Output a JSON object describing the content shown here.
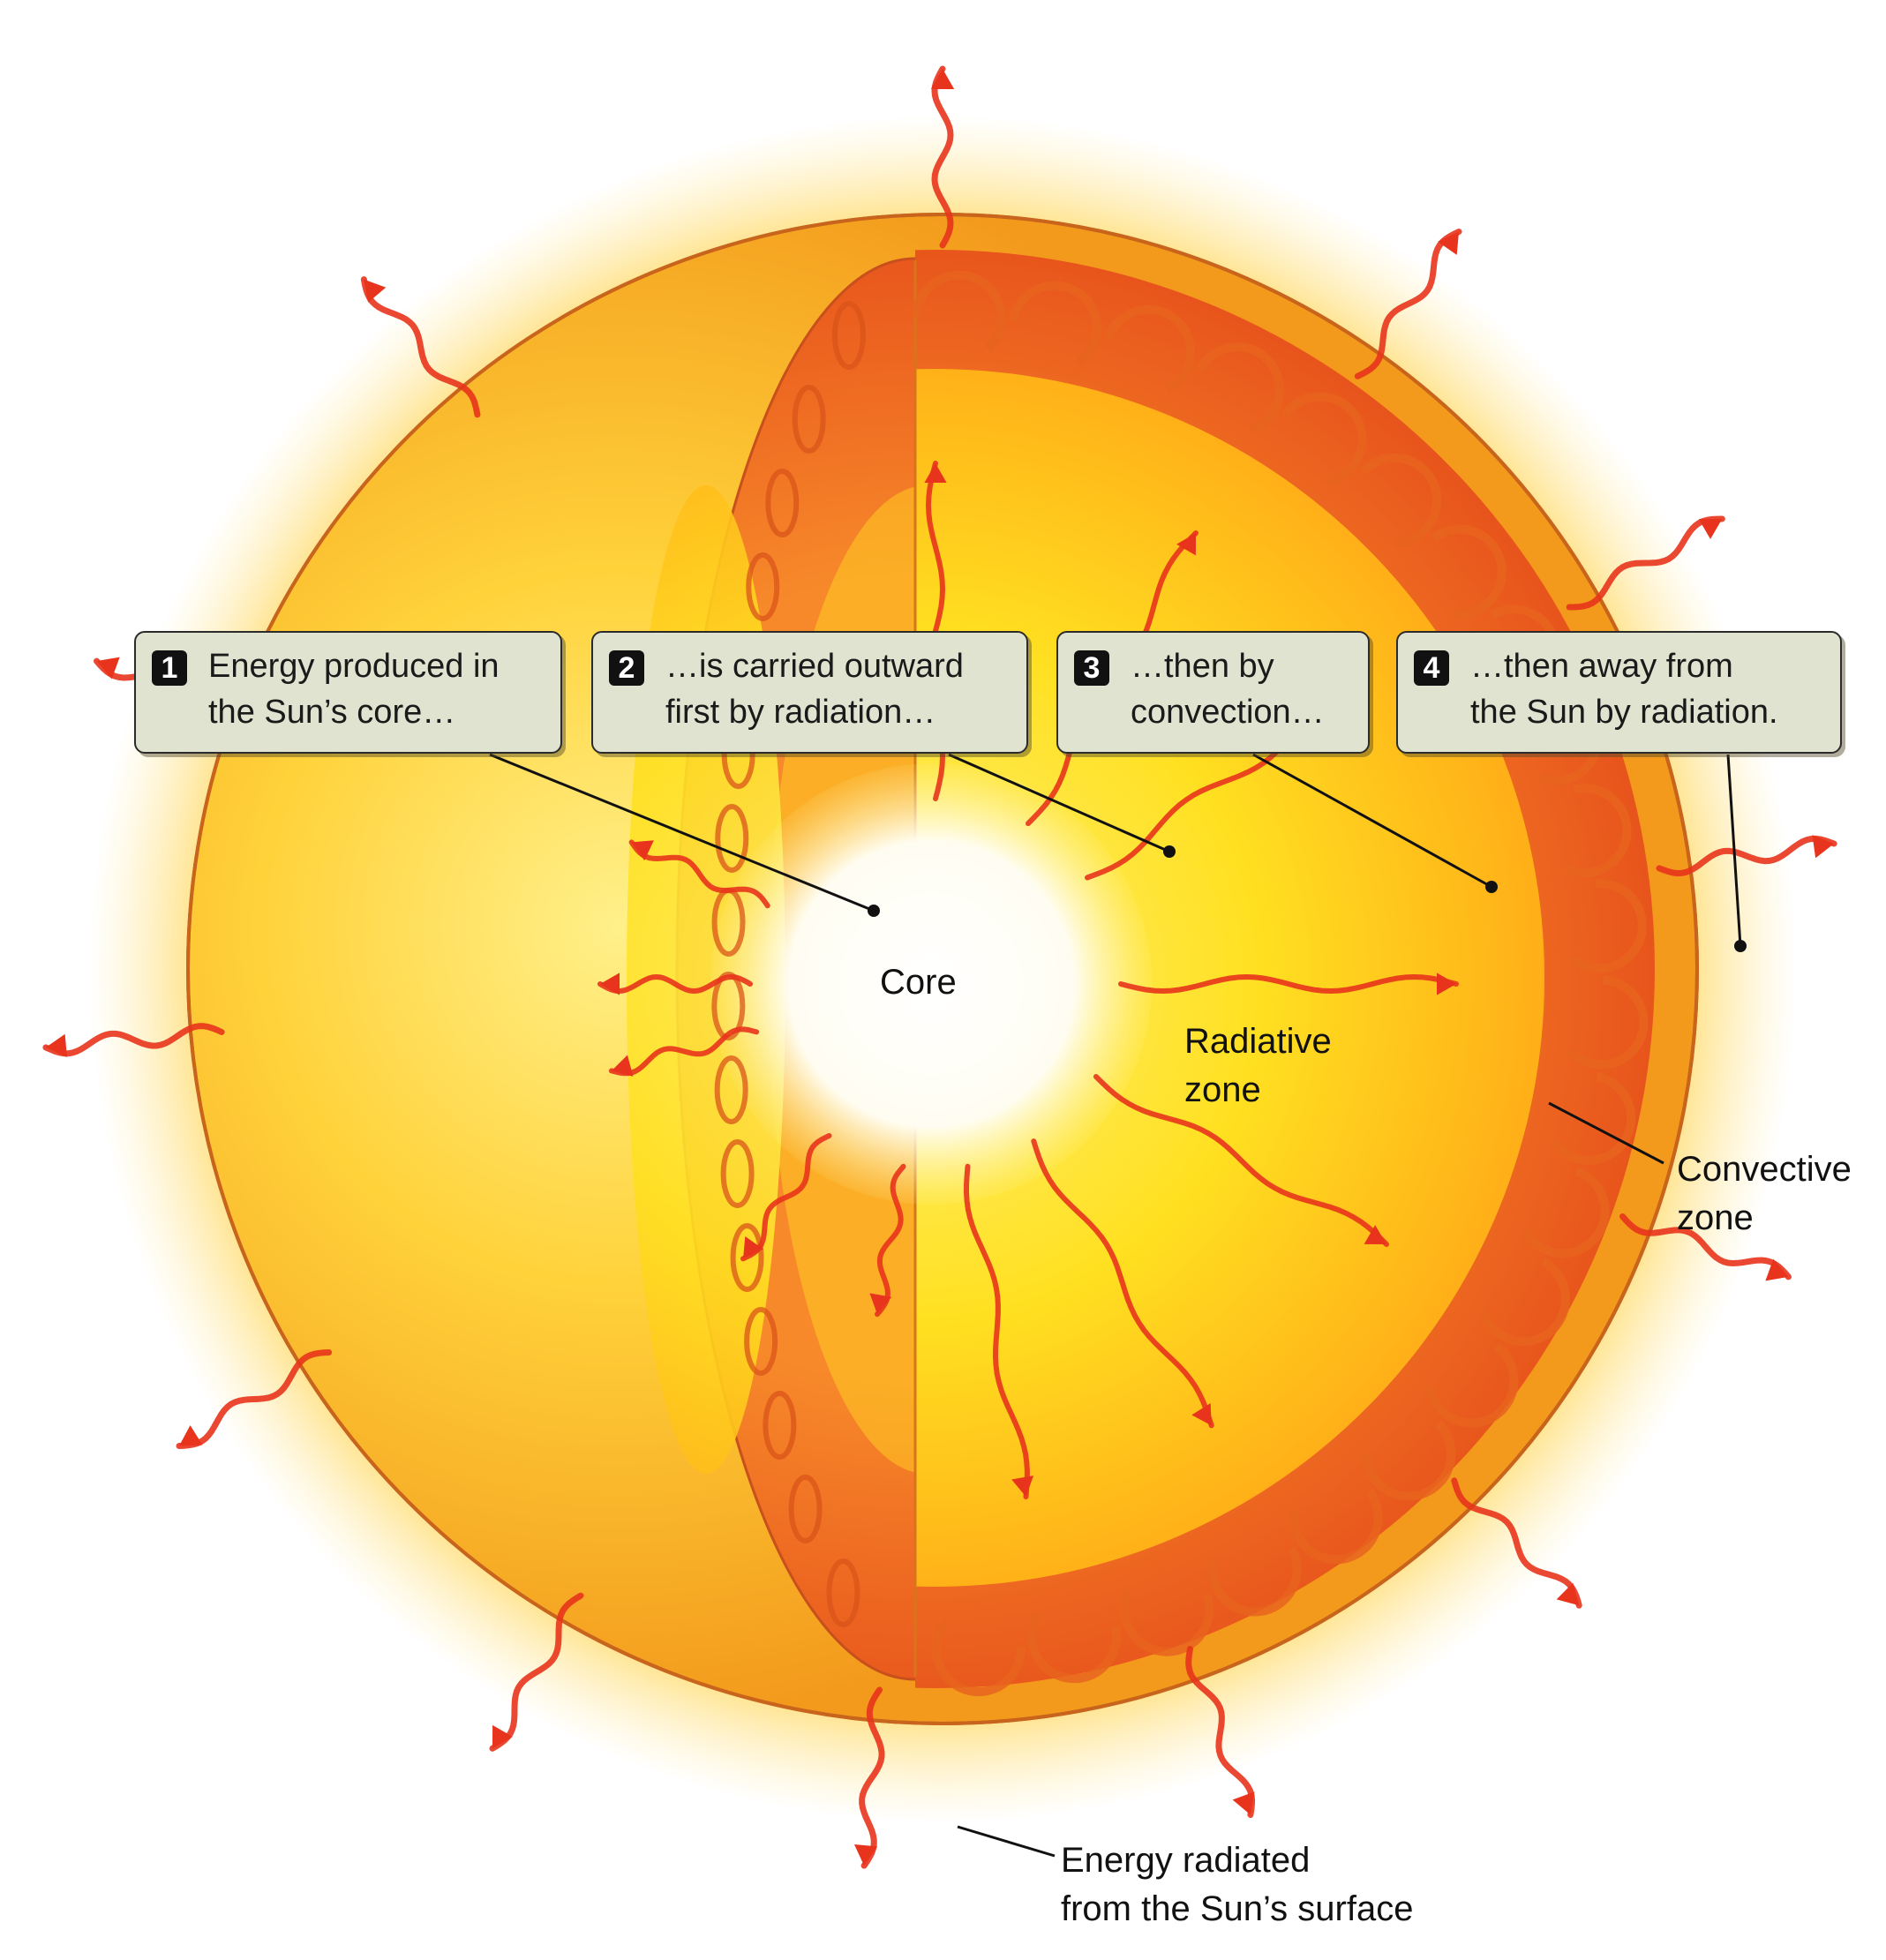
{
  "callouts": [
    {
      "number": "1",
      "line1": "Energy produced in",
      "line2": "the Sun’s core…"
    },
    {
      "number": "2",
      "line1": "…is carried outward",
      "line2": "first by radiation…"
    },
    {
      "number": "3",
      "line1": "…then by",
      "line2": "convection…"
    },
    {
      "number": "4",
      "line1": "…then away from",
      "line2": "the Sun by radiation."
    }
  ],
  "labels": {
    "core": "Core",
    "radiative_line1": "Radiative",
    "radiative_line2": "zone",
    "convective_line1": "Convective",
    "convective_line2": "zone",
    "surface_line1": "Energy radiated",
    "surface_line2": "from the Sun’s surface"
  },
  "colors": {
    "sun_surface": "#f7a822",
    "convective_zone": "#ee6a22",
    "radiative_zone": "#ffd21a",
    "core": "#ffffff",
    "energy_arrow": "#e8341c",
    "callout_fill": "#dfe3cf"
  }
}
